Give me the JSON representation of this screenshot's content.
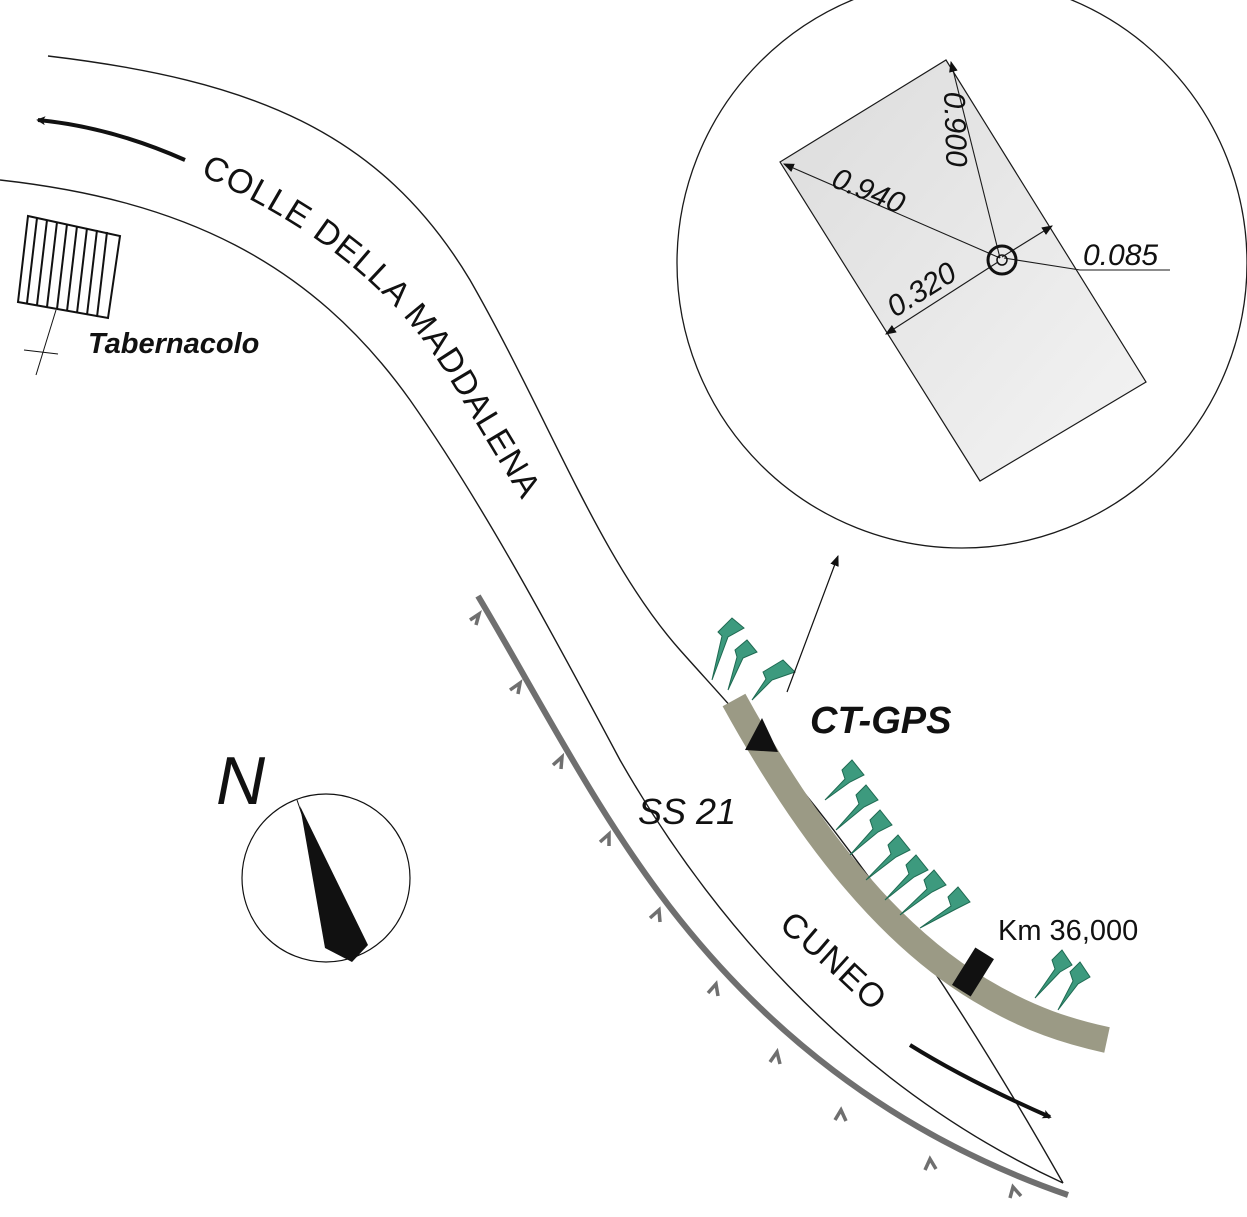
{
  "labels": {
    "road_north": "COLLE DELLA MADDALENA",
    "road_south": "CUNEO",
    "road_name": "SS 21",
    "station": "CT-GPS",
    "km_marker": "Km 36,000",
    "shrine": "Tabernacolo",
    "north": "N"
  },
  "inset": {
    "dimensions": {
      "upper_diagonal": "0.940",
      "upper_right": "0.900",
      "lower_width": "0.320",
      "offset": "0.085"
    }
  },
  "colors": {
    "barrier": "#6f6f6f",
    "monitored_band": "#9b9a85",
    "vegetation": "#3d9a7e",
    "inset_panel": "#e9e9e9",
    "ink": "#111111"
  },
  "icons": {
    "north_arrow": "compass-needle-icon",
    "station": "triangle-icon",
    "km_marker": "rectangle-marker-icon",
    "vegetation": "tree-symbol-icon"
  }
}
